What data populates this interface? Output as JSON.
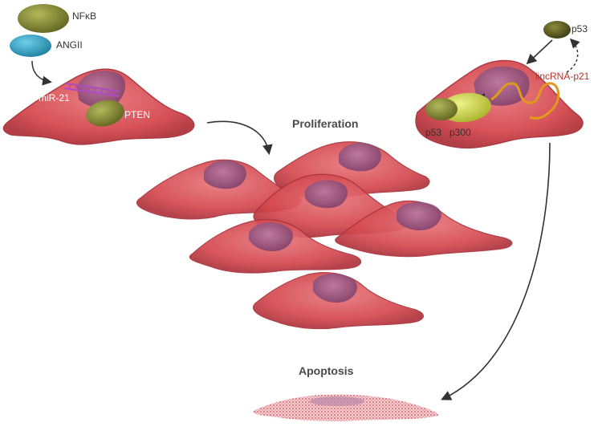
{
  "labels": {
    "nfkb": "NFκB",
    "angii": "ANGII",
    "mir21": "miR-21",
    "pten": "PTEN",
    "p53_top": "p53",
    "lincrna": "lincRNA-p21",
    "p53_cell": "p53",
    "p300": "p300",
    "proliferation": "Proliferation",
    "apoptosis": "Apoptosis"
  },
  "colors": {
    "cell_body": "#d9555a",
    "cell_edge": "#a8323a",
    "nucleus": "#9c5a86",
    "nfkb_protein": "#8a8f2e",
    "angii_protein": "#2ea3c4",
    "pten_protein": "#7f8a2c",
    "p53_protein": "#5a5a20",
    "p300_protein": "#c3cc3a",
    "mirna": "#b04ac0",
    "lincrna": "#e09a1e",
    "lincrna_text": "#b5352a",
    "arrow": "#333333",
    "apoptotic_cell": "#d9707a"
  }
}
